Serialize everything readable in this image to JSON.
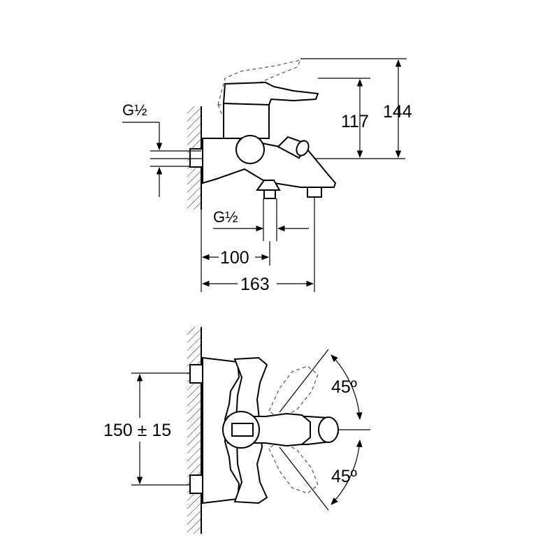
{
  "side_view": {
    "dim_height_total": "144",
    "dim_height_outlet": "117",
    "dim_depth_outlet": "100",
    "dim_depth_total": "163",
    "thread_inlet": "G½",
    "thread_outlet": "G½"
  },
  "top_view": {
    "dim_inlet_spacing": "150 ± 15",
    "angle_upper": "45º",
    "angle_lower": "45º"
  },
  "colors": {
    "line": "#000000",
    "background": "#ffffff",
    "ghost": "#555555"
  }
}
